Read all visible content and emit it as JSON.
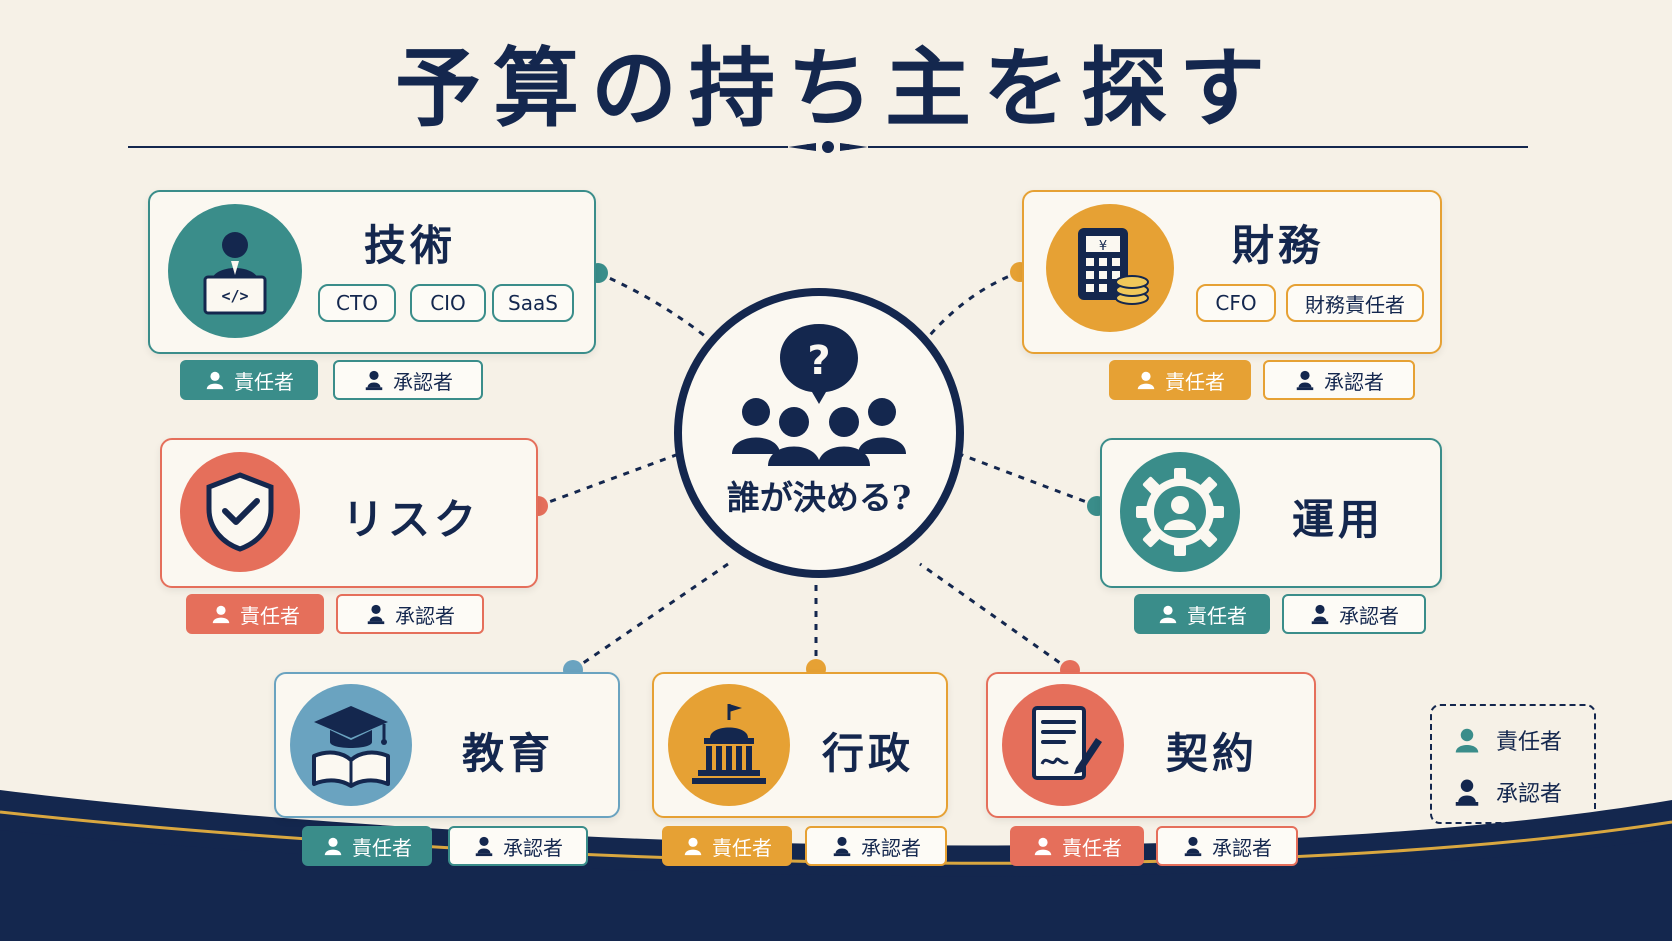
{
  "title": "予算の持ち主を探す",
  "hub": {
    "question_mark": "?",
    "label": "誰が決める?"
  },
  "badges": {
    "responsible": "責任者",
    "approver": "承認者"
  },
  "legend": {
    "responsible": "責任者",
    "approver": "承認者"
  },
  "colors": {
    "navy": "#14274e",
    "teal": "#3a8d8a",
    "orange": "#e6a134",
    "coral": "#e56f5b",
    "blue": "#6aa3c0",
    "cream": "#f6f1e7"
  },
  "cards": {
    "tech": {
      "label": "技術",
      "icon": "developer-laptop-icon",
      "tags": [
        "CTO",
        "CIO",
        "SaaS"
      ]
    },
    "finance": {
      "label": "財務",
      "icon": "calculator-coins-icon",
      "tags": [
        "CFO",
        "財務責任者"
      ],
      "glyph": "¥"
    },
    "risk": {
      "label": "リスク",
      "icon": "shield-check-icon"
    },
    "ops": {
      "label": "運用",
      "icon": "gear-person-icon"
    },
    "edu": {
      "label": "教育",
      "icon": "graduation-book-icon"
    },
    "gov": {
      "label": "行政",
      "icon": "government-building-icon"
    },
    "contract": {
      "label": "契約",
      "icon": "contract-pen-icon"
    }
  }
}
